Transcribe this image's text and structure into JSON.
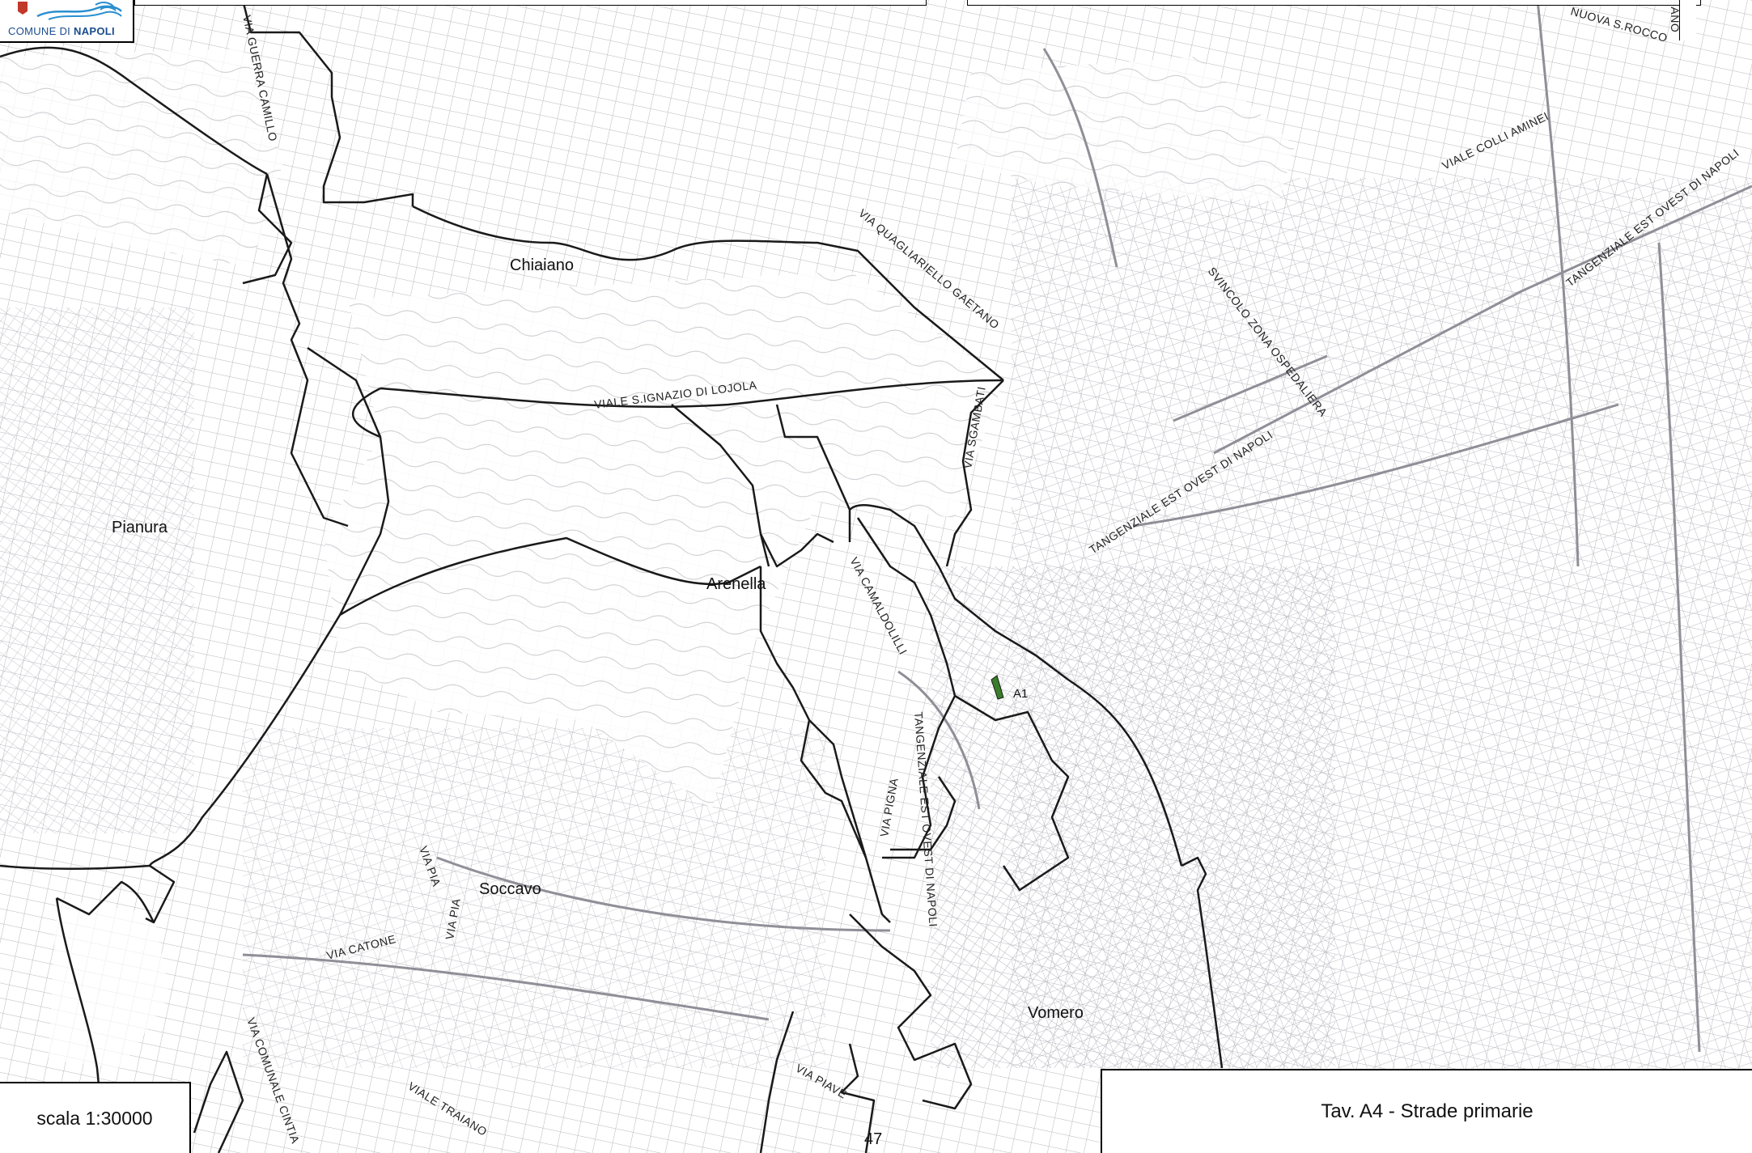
{
  "logo": {
    "text_plain": "COMUNE DI ",
    "text_bold": "NAPOLI"
  },
  "scale": {
    "label": "scala 1:30000"
  },
  "title": {
    "label": "Tav. A4 - Strade primarie"
  },
  "districts": [
    "Chiaiano",
    "Pianura",
    "Arenella",
    "Soccavo",
    "Vomero"
  ],
  "markers": [
    "A1",
    "47"
  ],
  "streets": [
    "VIA GUERRA CAMILLO",
    "NUOVA S.ROCCO",
    "VIALE COLLI AMINEI",
    "TANGENZIALE EST OVEST DI NAPOLI",
    "VIA QUAGLIARIELLO GAETANO",
    "SVINCOLO ZONA OSPEDALIERA",
    "VIALE S.IGNAZIO DI LOJOLA",
    "VIA SGAMBATI",
    "TANGENZIALE EST OVEST DI NAPOLI",
    "VIA CAMALDOLILLI",
    "TANGENZIALE EST OVEST DI NAPOLI",
    "VIA PIGNA",
    "VIA PIA",
    "VIA PIA",
    "VIA CATONE",
    "VIA COMUNALE CINTIA",
    "VIALE TRAIANO",
    "VIA PIAVE",
    "IANO"
  ]
}
